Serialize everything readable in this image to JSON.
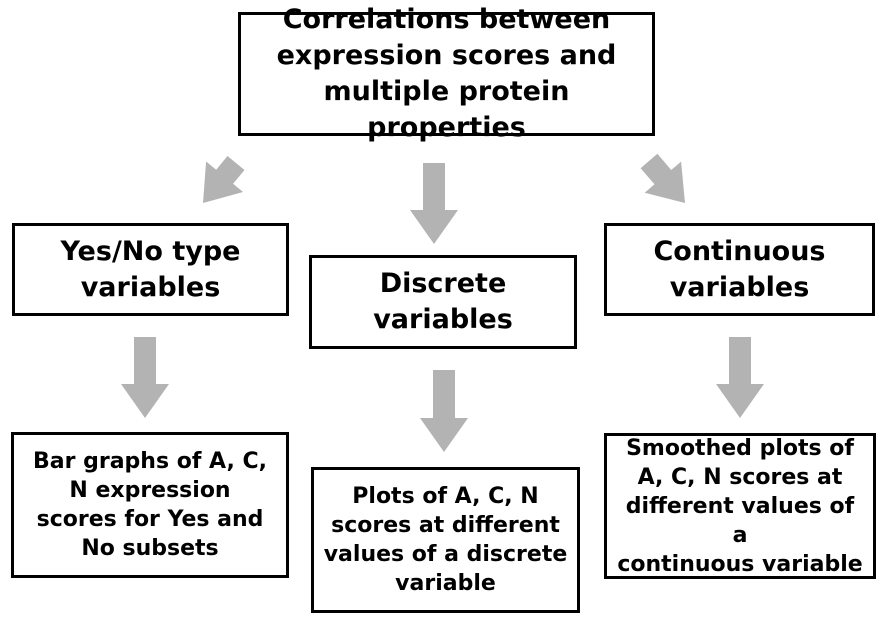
{
  "root": {
    "label": "Correlations between\nexpression scores and\nmultiple  protein properties"
  },
  "categories": [
    {
      "key": "yesno",
      "label": "Yes/No type\nvariables",
      "result": "Bar graphs of A, C,\nN  expression\nscores for Yes and\nNo subsets"
    },
    {
      "key": "discrete",
      "label": "Discrete\nvariables",
      "result": "Plots of A, C, N\nscores at different\nvalues of a discrete\nvariable"
    },
    {
      "key": "continuous",
      "label": "Continuous\nvariables",
      "result": "Smoothed plots of\nA, C, N scores at\ndifferent values of a\ncontinuous variable"
    }
  ],
  "colors": {
    "arrow": "#b3b3b3",
    "border": "#000000",
    "background": "#ffffff"
  }
}
